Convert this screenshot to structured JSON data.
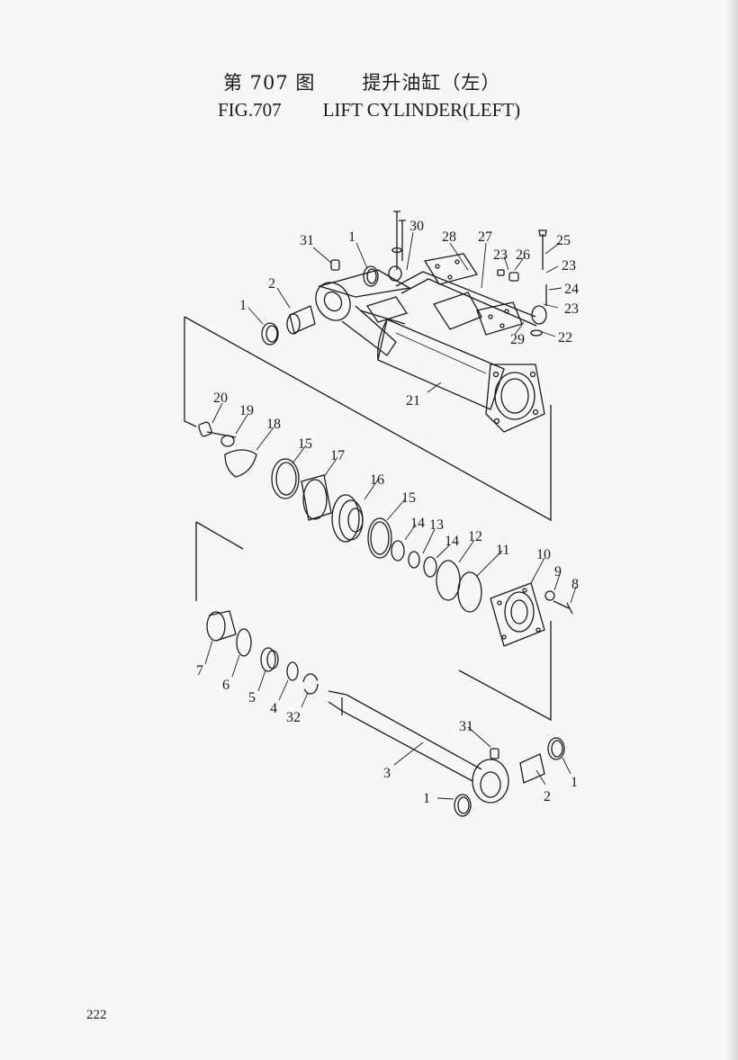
{
  "header": {
    "figure_cn": "第 707 图",
    "title_cn": "提升油缸（左）",
    "figure_en": "FIG.707",
    "title_en": "LIFT CYLINDER(LEFT)"
  },
  "page_number": "222",
  "part_labels": [
    "1",
    "2",
    "3",
    "4",
    "5",
    "6",
    "7",
    "8",
    "9",
    "10",
    "11",
    "12",
    "13",
    "14",
    "15",
    "16",
    "17",
    "18",
    "19",
    "20",
    "21",
    "22",
    "23",
    "24",
    "25",
    "26",
    "27",
    "28",
    "29",
    "30",
    "31",
    "32"
  ]
}
